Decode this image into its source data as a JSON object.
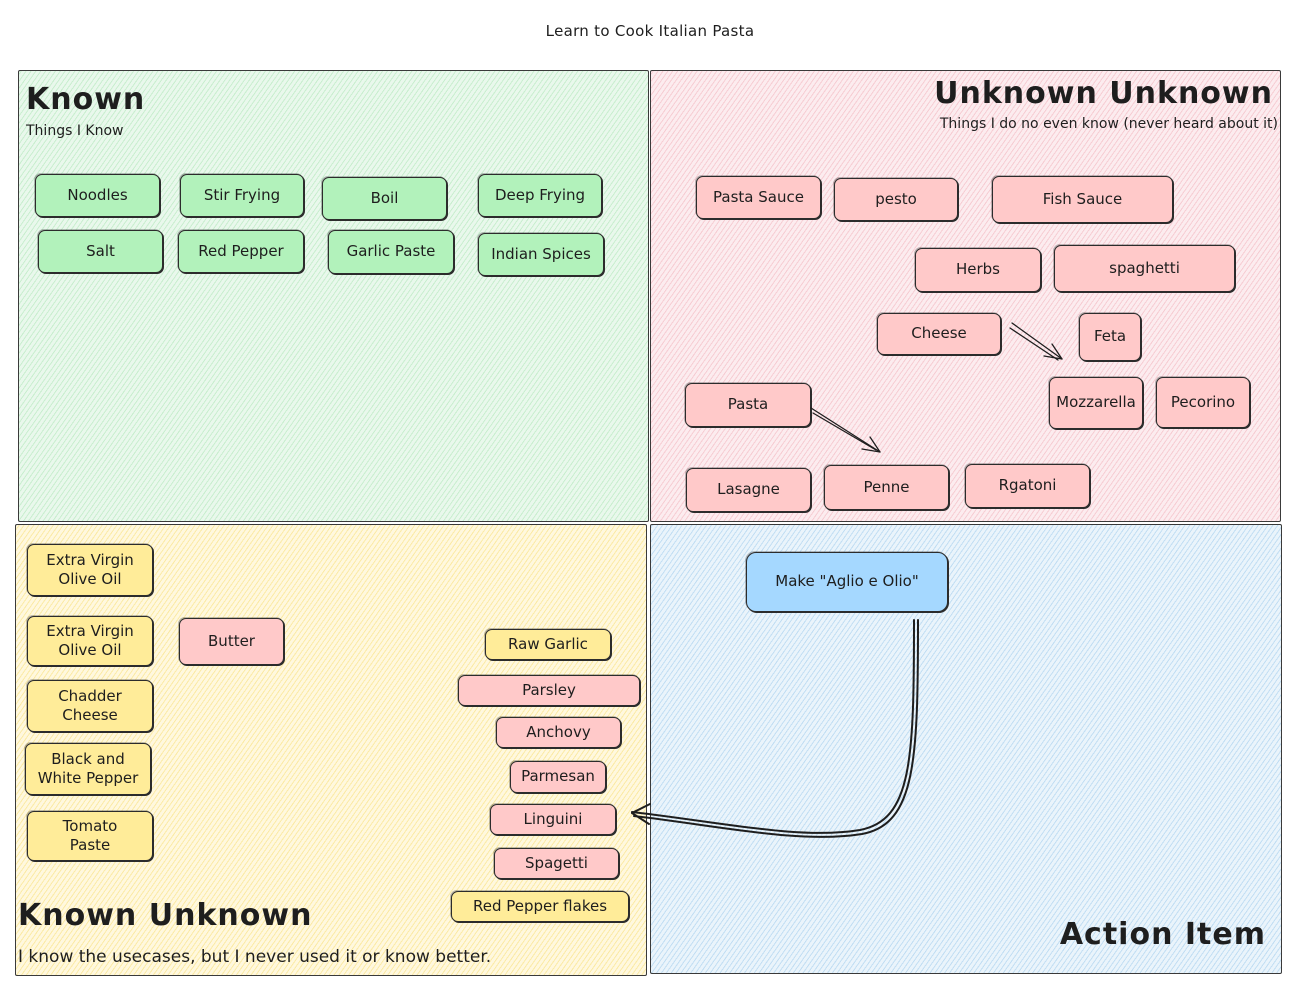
{
  "title": "Learn to Cook Italian Pasta",
  "quadrants": {
    "known": {
      "title": "Known",
      "subtitle": "Things I Know"
    },
    "unknown_unknown": {
      "title": "Unknown Unknown",
      "subtitle": "Things I do no even know  (never heard about it)"
    },
    "known_unknown": {
      "title": "Known Unknown",
      "subtitle": "I know the usecases, but I never used it or know better."
    },
    "action_item": {
      "title": "Action Item"
    }
  },
  "known_items": [
    "Noodles",
    "Stir Frying",
    "Boil",
    "Deep Frying",
    "Salt",
    "Red Pepper",
    "Garlic Paste",
    "Indian Spices"
  ],
  "unknown_items": [
    "Pasta Sauce",
    "pesto",
    "Fish Sauce",
    "Herbs",
    "spaghetti",
    "Cheese",
    "Feta",
    "Mozzarella",
    "Pecorino",
    "Pasta",
    "Lasagne",
    "Penne",
    "Rgatoni"
  ],
  "known_unknown_items": [
    "Extra Virgin\nOlive Oil",
    "Extra Virgin\nOlive Oil",
    "Butter",
    "Chadder\nCheese",
    "Black and\nWhite Pepper",
    "Tomato\nPaste",
    "Raw Garlic",
    "Parsley",
    "Anchovy",
    "Parmesan",
    "Linguini",
    "Spagetti",
    "Red Pepper flakes"
  ],
  "action_items": [
    "Make \"Aglio e Olio\""
  ],
  "colors": {
    "green": "#b2f2bb",
    "red": "#ffc9c9",
    "yellow": "#ffec99",
    "blue": "#a5d8ff"
  }
}
